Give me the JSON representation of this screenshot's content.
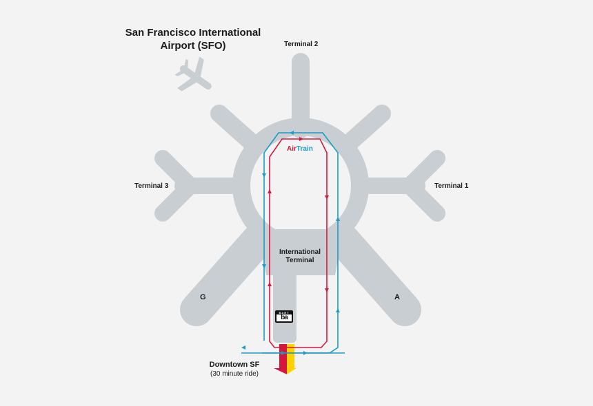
{
  "title_line1": "San Francisco International",
  "title_line2": "Airport (SFO)",
  "terminals": {
    "terminal_2": "Terminal 2",
    "terminal_3": "Terminal 3",
    "terminal_1": "Terminal 1",
    "g": "G",
    "a": "A",
    "international_line1": "International",
    "international_line2": "Terminal"
  },
  "airtrain": {
    "air": "Air",
    "train": "Train"
  },
  "bart": {
    "wordmark": "BART",
    "logo": "ba"
  },
  "destination": {
    "name": "Downtown SF",
    "note": "(30 minute ride)"
  },
  "colors": {
    "background": "#f3f3f3",
    "building": "#c9ced2",
    "red_line": "#d6173d",
    "blue_line": "#1a9cc4",
    "bart_yellow": "#ffd100",
    "bart_red": "#d6173d"
  },
  "icons": {
    "plane": "airplane-icon",
    "bart": "bart-logo-icon"
  }
}
